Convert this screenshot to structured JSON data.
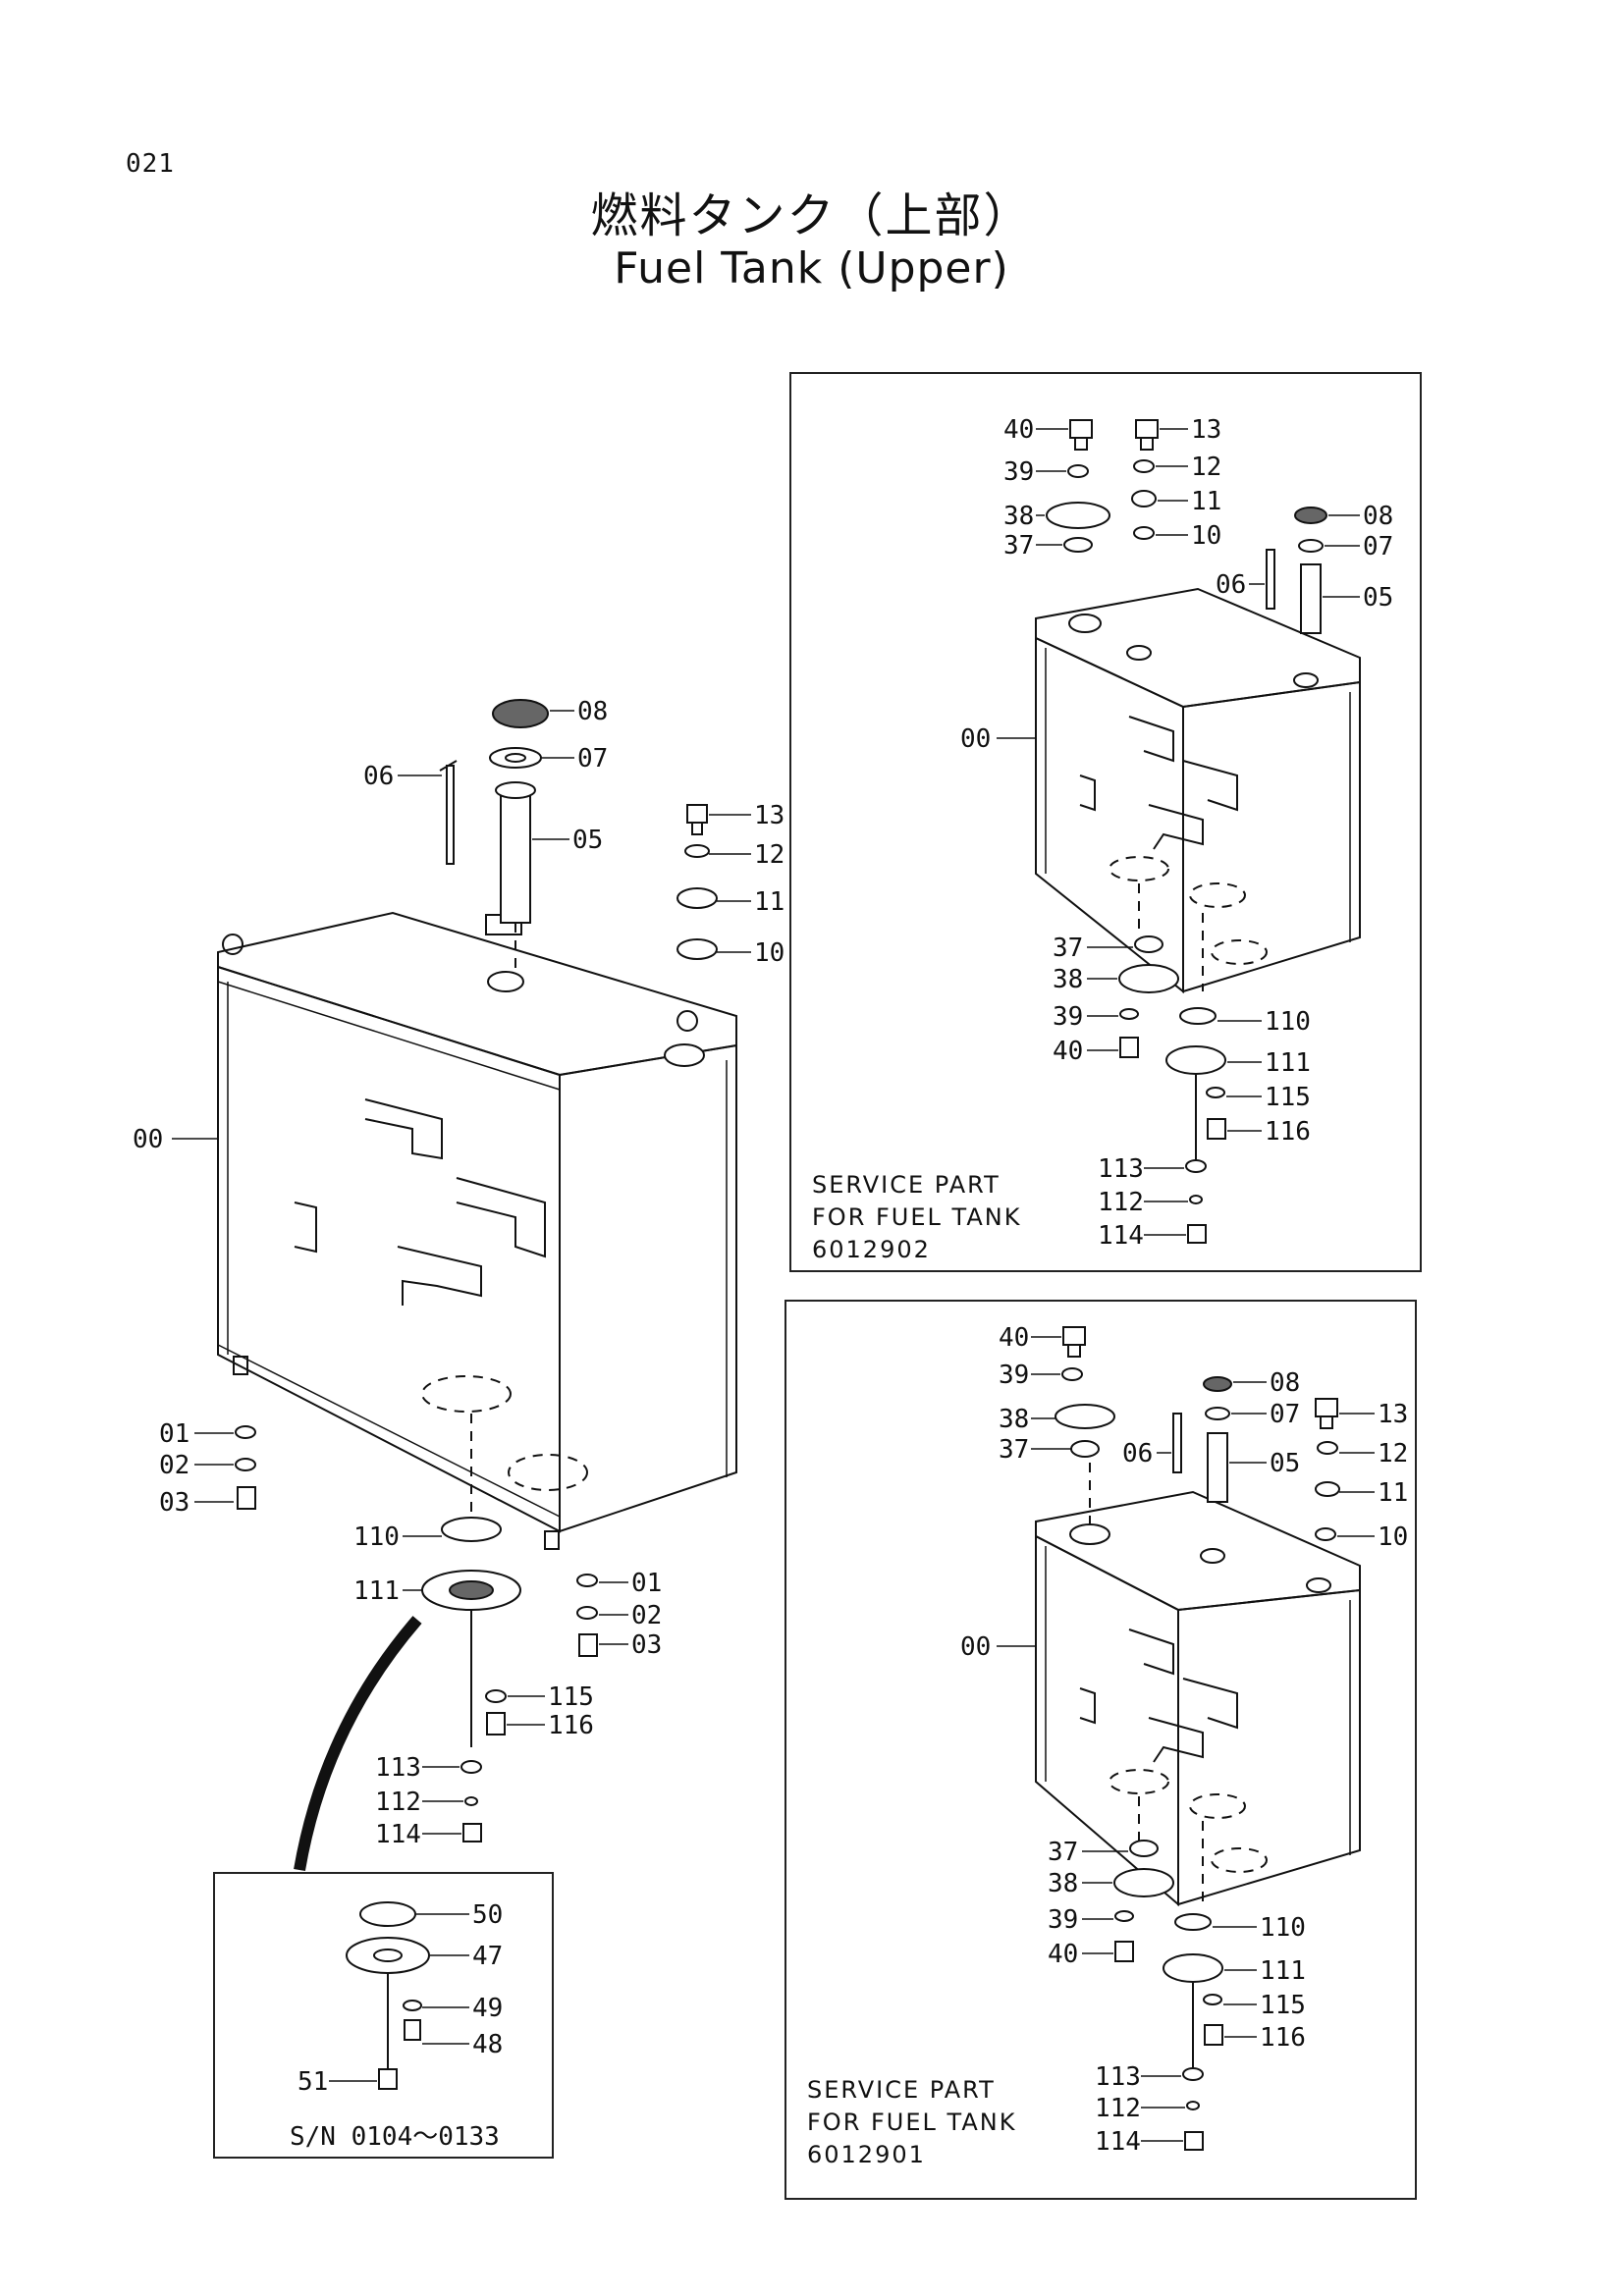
{
  "page": {
    "number": "021",
    "title_jp": "燃料タンク（上部）",
    "title_en": "Fuel Tank (Upper)"
  },
  "main_view": {
    "labels": [
      "08",
      "07",
      "06",
      "05",
      "13",
      "12",
      "11",
      "10",
      "00",
      "01",
      "02",
      "03",
      "110",
      "111",
      "01",
      "02",
      "03",
      "115",
      "116",
      "113",
      "112",
      "114"
    ]
  },
  "inset_detail": {
    "caption": "S/N 0104～0133",
    "labels": [
      "50",
      "47",
      "49",
      "48",
      "51"
    ]
  },
  "service_part_1": {
    "note_line1": "SERVICE PART",
    "note_line2": "FOR FUEL TANK",
    "part_number": "6012902",
    "labels": [
      "40",
      "13",
      "39",
      "12",
      "38",
      "11",
      "37",
      "10",
      "08",
      "07",
      "06",
      "05",
      "00",
      "37",
      "38",
      "39",
      "40",
      "110",
      "111",
      "115",
      "116",
      "113",
      "112",
      "114"
    ]
  },
  "service_part_2": {
    "note_line1": "SERVICE PART",
    "note_line2": "FOR FUEL TANK",
    "part_number": "6012901",
    "labels": [
      "40",
      "39",
      "08",
      "38",
      "07",
      "13",
      "37",
      "06",
      "05",
      "12",
      "11",
      "10",
      "00",
      "37",
      "38",
      "39",
      "40",
      "110",
      "111",
      "115",
      "116",
      "113",
      "112",
      "114"
    ]
  }
}
